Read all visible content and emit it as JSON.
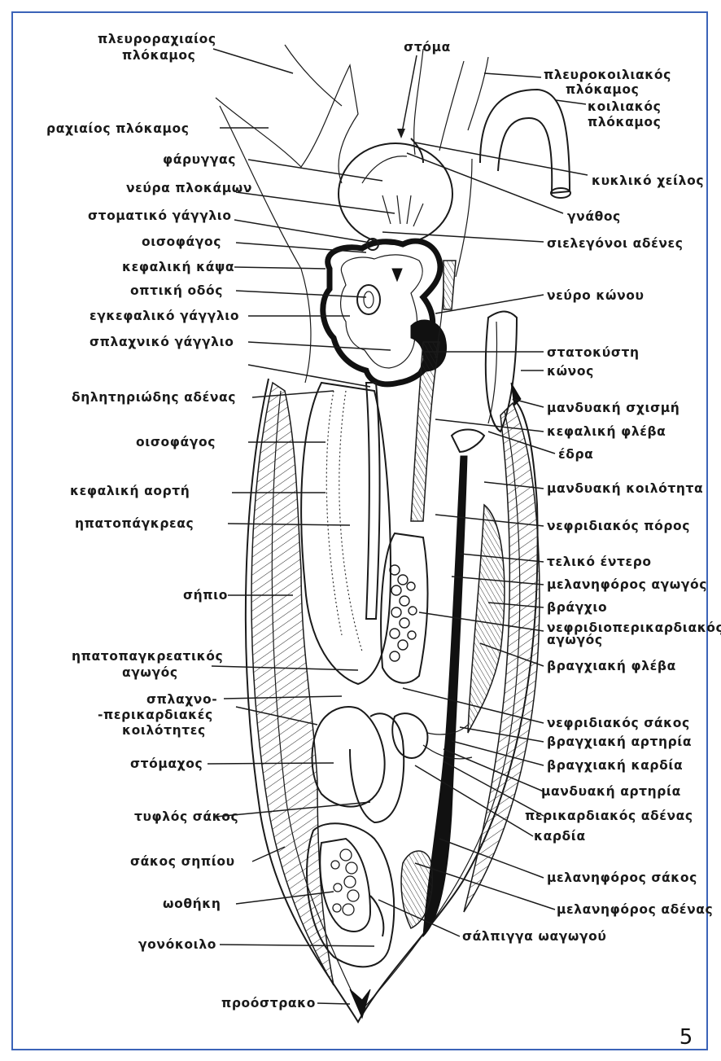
{
  "page_number": "5",
  "labels": {
    "pleurorachiaios": [
      "πλευροραχιαίος",
      "πλόκαμος"
    ],
    "stoma": "στόμα",
    "pleurokoiliakos": [
      "πλευροκοιλιακός",
      "πλόκαμος"
    ],
    "koiliakos": [
      "κοιλιακός",
      "πλόκαμος"
    ],
    "rachiaios": "ραχιαίος πλόκαμος",
    "farygas": "φάρυγγας",
    "kykliko_cheilos": "κυκλικό χείλος",
    "neyra_plokamon": "νεύρα πλοκάμων",
    "gnathos": "γνάθος",
    "stomatiko_gagglio": "στοματικό γάγγλιο",
    "oisofagos_1": "οισοφάγος",
    "sielegonoi_adenes": "σιελεγόνοι αδένες",
    "kefaliki_kapsa": "κεφαλική κάψα",
    "optiki_odos": "οπτική οδός",
    "neyro_konou": "νεύρο κώνου",
    "egkefaliko_gagglio": "εγκεφαλικό γάγγλιο",
    "splaxniko_gagglio": "σπλαχνικό γάγγλιο",
    "statokysti": "στατοκύστη",
    "konos": "κώνος",
    "dilitiriodis_adenas": "δηλητηριώδης αδένας",
    "mandyaki_schismi": "μανδυακή σχισμή",
    "kefaliki_fleva": "κεφαλική φλέβα",
    "oisofagos_2": "οισοφάγος",
    "edra": "έδρα",
    "kefaliki_aorti": "κεφαλική αορτή",
    "mandyaki_koilotita": "μανδυακή κοιλότητα",
    "ipatopagkreas": "ηπατοπάγκρεας",
    "nefridiakos_poros": "νεφριδιακός πόρος",
    "teliko_entero": "τελικό έντερο",
    "sipio": "σήπιο",
    "melanoforos_agogos": "μελανηφόρος αγωγός",
    "vragchio": "βράγχιο",
    "nefridioperikardiakos": [
      "νεφριδιοπερικαρδιακός",
      "αγωγός"
    ],
    "ipatopagkreatikos": [
      "ηπατοπαγκρεατικός",
      "αγωγός"
    ],
    "vragchiaki_fleva": "βραγχιακή φλέβα",
    "splachno": [
      "σπλαχνο-",
      "-περικαρδιακές",
      "κοιλότητες"
    ],
    "nefridiakos_sakos": "νεφριδιακός σάκος",
    "vragchiaki_artiria": "βραγχιακή αρτηρία",
    "stomachos": "στόμαχος",
    "vragchiaki_kardia": "βραγχιακή καρδία",
    "mandyaki_artiria": "μανδυακή αρτηρία",
    "tyflos_sakos": "τυφλός σάκος",
    "perikardiakos_adenas": "περικαρδιακός αδένας",
    "kardia": "καρδία",
    "sakos_sipiou": "σάκος σηπίου",
    "melanoforos_sakos": "μελανηφόρος σάκος",
    "oothiki": "ωοθήκη",
    "melanoforos_adenas": "μελανηφόρος αδένας",
    "salpigga": "σάλπιγγα ωαγωγού",
    "gonokoilo": "γονόκοιλο",
    "proostrako": "προόστρακο"
  },
  "colors": {
    "frame": "#3b63b8",
    "ink": "#1a1a1a"
  }
}
